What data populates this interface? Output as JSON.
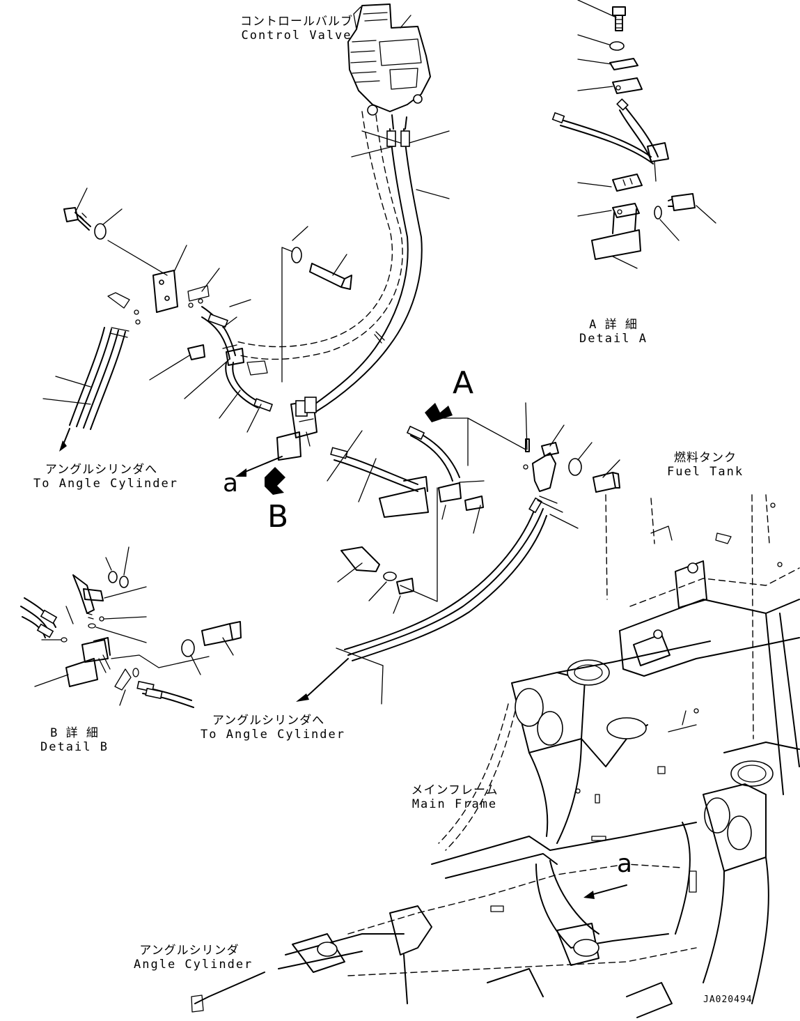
{
  "labels": {
    "control_valve": {
      "jp": "コントロールバルブ",
      "en": "Control Valve"
    },
    "detail_a": {
      "jp": "A 詳 細",
      "en": "Detail A"
    },
    "detail_b": {
      "jp": "B 詳 細",
      "en": "Detail B"
    },
    "fuel_tank": {
      "jp": "燃料タンク",
      "en": "Fuel Tank"
    },
    "to_angle_cylinder_left": {
      "jp": "アングルシリンダへ",
      "en": "To Angle Cylinder"
    },
    "to_angle_cylinder_center": {
      "jp": "アングルシリンダへ",
      "en": "To Angle Cylinder"
    },
    "main_frame": {
      "jp": "メインフレーム",
      "en": "Main Frame"
    },
    "angle_cylinder": {
      "jp": "アングルシリンダ",
      "en": "Angle Cylinder"
    }
  },
  "markers": {
    "view_a": "A",
    "view_b": "B",
    "ref_a_left": "a",
    "ref_a_frame": "a"
  },
  "drawing_id": "JA020494"
}
